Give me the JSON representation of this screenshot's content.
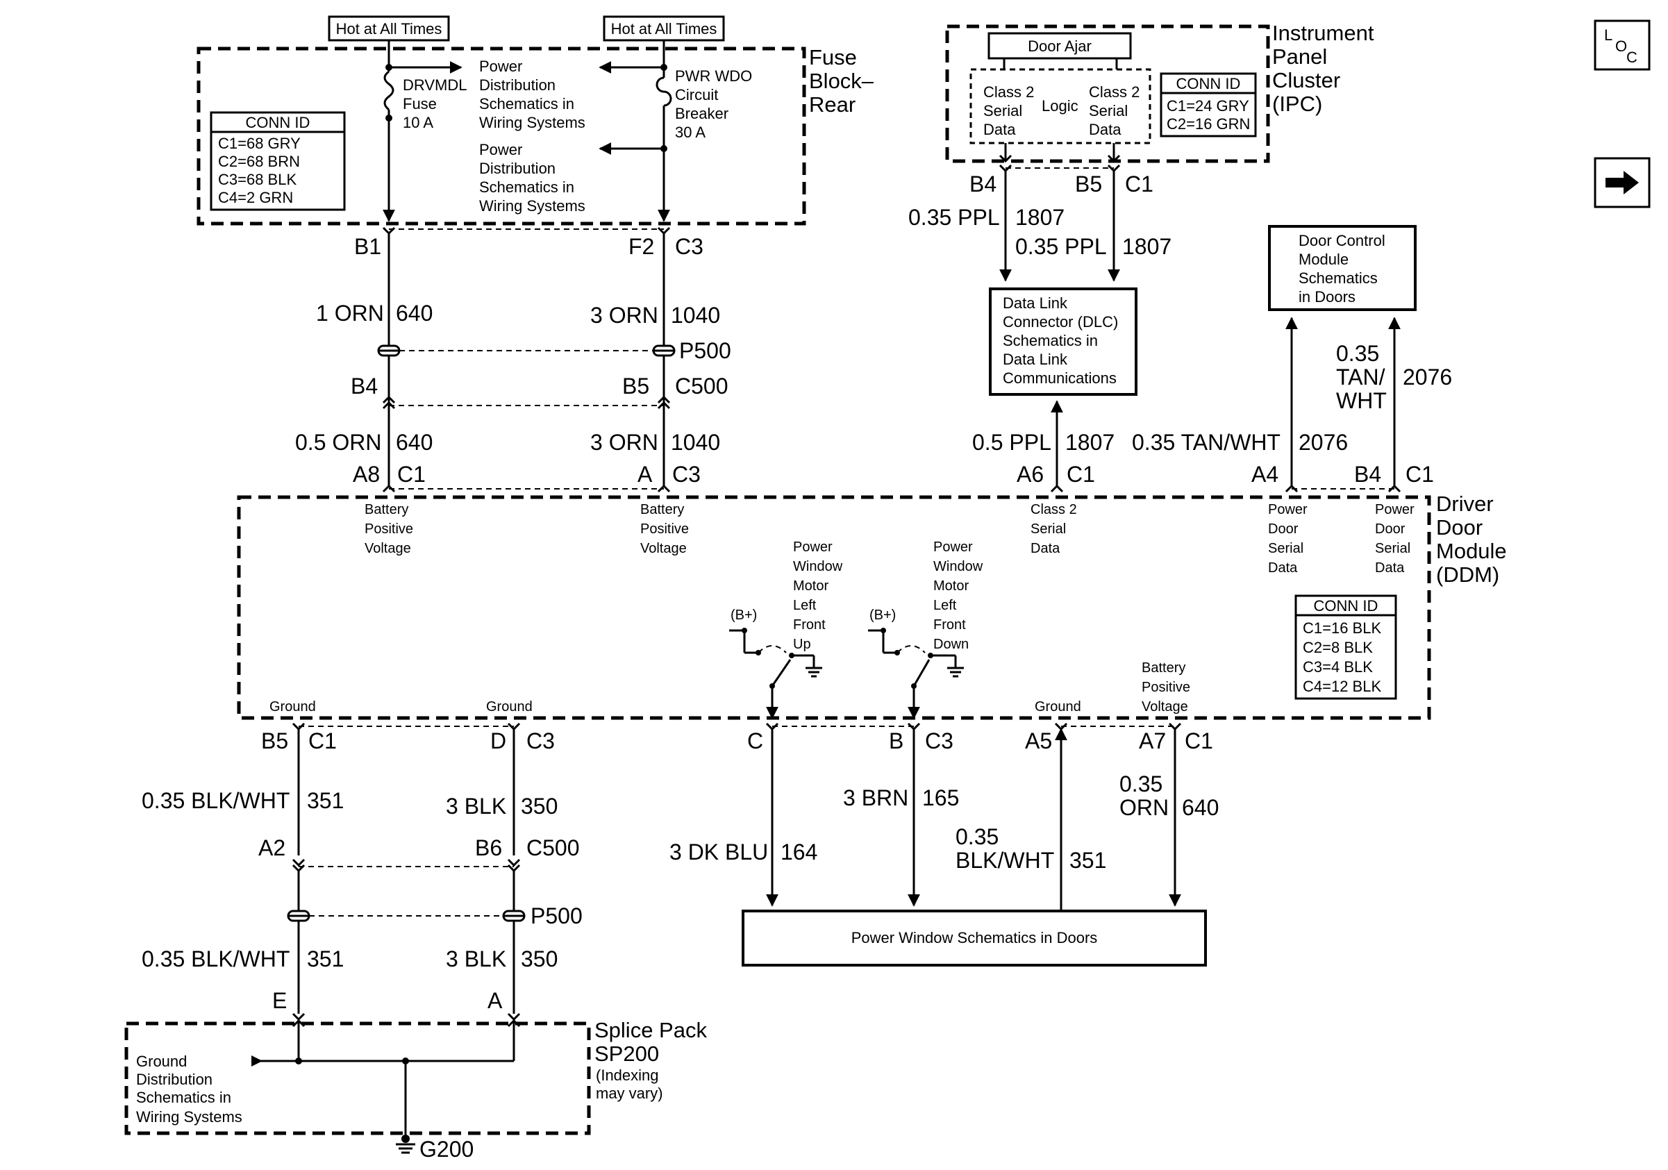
{
  "hot": [
    "Hot at All Times",
    "Hot at All Times"
  ],
  "fuse_block": {
    "title": [
      "Fuse",
      "Block–",
      "Rear"
    ],
    "fuse": [
      "DRVMDL",
      "Fuse",
      "10 A"
    ],
    "breaker": [
      "PWR WDO",
      "Circuit",
      "Breaker",
      "30 A"
    ],
    "pd1": [
      "Power",
      "Distribution",
      "Schematics in",
      "Wiring Systems"
    ],
    "pd2": [
      "Power",
      "Distribution",
      "Schematics in",
      "Wiring Systems"
    ],
    "conn_id": {
      "header": "CONN ID",
      "lines": [
        "C1=68 GRY",
        "C2=68 BRN",
        "C3=68 BLK",
        "C4=2 GRN"
      ]
    }
  },
  "ipc": {
    "title": [
      "Instrument",
      "Panel",
      "Cluster",
      "(IPC)"
    ],
    "door_ajar": "Door Ajar",
    "logic": "Logic",
    "class2_left": [
      "Class 2",
      "Serial",
      "Data"
    ],
    "class2_right": [
      "Class 2",
      "Serial",
      "Data"
    ],
    "conn_id": {
      "header": "CONN ID",
      "lines": [
        "C1=24 GRY",
        "C2=16 GRN"
      ]
    }
  },
  "dlc": [
    "Data Link",
    "Connector (DLC)",
    "Schematics in",
    "Data Link",
    "Communications"
  ],
  "dcm": [
    "Door Control",
    "Module",
    "Schematics",
    "in Doors"
  ],
  "ddm": {
    "title": [
      "Driver",
      "Door",
      "Module",
      "(DDM)"
    ],
    "bpv1": [
      "Battery",
      "Positive",
      "Voltage"
    ],
    "bpv2": [
      "Battery",
      "Positive",
      "Voltage"
    ],
    "c2sd": [
      "Class 2",
      "Serial",
      "Data"
    ],
    "pdsd1": [
      "Power",
      "Door",
      "Serial",
      "Data"
    ],
    "pdsd2": [
      "Power",
      "Door",
      "Serial",
      "Data"
    ],
    "pwm_up": [
      "Power",
      "Window",
      "Motor",
      "Left",
      "Front",
      "Up"
    ],
    "pwm_down": [
      "Power",
      "Window",
      "Motor",
      "Left",
      "Front",
      "Down"
    ],
    "bplus": "(B+)",
    "ground1": "Ground",
    "ground2": "Ground",
    "ground3": "Ground",
    "bpv3": [
      "Battery",
      "Positive",
      "Voltage"
    ],
    "conn_id": {
      "header": "CONN ID",
      "lines": [
        "C1=16 BLK",
        "C2=8 BLK",
        "C3=4 BLK",
        "C4=12 BLK"
      ]
    }
  },
  "splice": {
    "title": [
      "Splice Pack",
      "SP200"
    ],
    "note": [
      "(Indexing",
      "may vary)"
    ],
    "gd": [
      "Ground",
      "Distribution",
      "Schematics in",
      "Wiring Systems"
    ],
    "ground": "G200"
  },
  "pw_doors": "Power Window Schematics in Doors",
  "pins": {
    "B1": "B1",
    "F2": "F2",
    "C3": "C3",
    "B4": "B4",
    "B5": "B5",
    "C500": "C500",
    "P500": "P500",
    "A8": "A8",
    "C1": "C1",
    "A": "A",
    "A6": "A6",
    "A4": "A4",
    "B": "B",
    "C": "C",
    "D": "D",
    "A5": "A5",
    "A7": "A7",
    "A2": "A2",
    "B6": "B6",
    "E": "E"
  },
  "wires": {
    "w1": [
      "1 ORN",
      "640"
    ],
    "w2": [
      "3 ORN",
      "1040"
    ],
    "w3": [
      "0.5 ORN",
      "640"
    ],
    "w4": [
      "3 ORN",
      "1040"
    ],
    "w5": [
      "0.35 PPL",
      "1807"
    ],
    "w6": [
      "0.35 PPL",
      "1807"
    ],
    "w7": [
      "0.5 PPL",
      "1807"
    ],
    "w8": [
      "0.35 TAN/WHT",
      "2076"
    ],
    "w9": [
      "0.35",
      "TAN/",
      "WHT",
      "2076"
    ],
    "w10": [
      "0.35 BLK/WHT",
      "351"
    ],
    "w11": [
      "3 BLK",
      "350"
    ],
    "w12": [
      "3 DK BLU",
      "164"
    ],
    "w13": [
      "3 BRN",
      "165"
    ],
    "w14": [
      "0.35",
      "BLK/WHT",
      "351"
    ],
    "w15": [
      "0.35",
      "ORN",
      "640"
    ],
    "w16": [
      "0.35 BLK/WHT",
      "351"
    ],
    "w17": [
      "3 BLK",
      "350"
    ]
  },
  "nav": {
    "loc_l": "L",
    "loc_o": "O",
    "loc_c": "C",
    "next": "next-arrow-icon"
  }
}
